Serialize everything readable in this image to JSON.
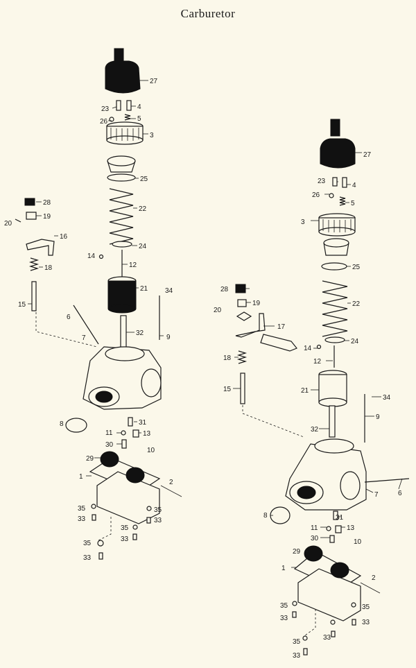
{
  "title": "Carburetor",
  "colors": {
    "paper": "#fbf8ea",
    "ink": "#1a1a1a"
  },
  "callouts": {
    "left": [
      {
        "id": "27",
        "text": "27"
      },
      {
        "id": "23",
        "text": "23"
      },
      {
        "id": "4",
        "text": "4"
      },
      {
        "id": "26",
        "text": "26"
      },
      {
        "id": "5",
        "text": "5"
      },
      {
        "id": "3",
        "text": "3"
      },
      {
        "id": "25",
        "text": "25"
      },
      {
        "id": "28",
        "text": "28"
      },
      {
        "id": "19",
        "text": "19"
      },
      {
        "id": "20",
        "text": "20"
      },
      {
        "id": "16",
        "text": "16"
      },
      {
        "id": "22",
        "text": "22"
      },
      {
        "id": "24",
        "text": "24"
      },
      {
        "id": "14",
        "text": "14"
      },
      {
        "id": "18",
        "text": "18"
      },
      {
        "id": "12",
        "text": "12"
      },
      {
        "id": "21",
        "text": "21"
      },
      {
        "id": "34",
        "text": "34"
      },
      {
        "id": "15",
        "text": "15"
      },
      {
        "id": "6",
        "text": "6"
      },
      {
        "id": "32",
        "text": "32"
      },
      {
        "id": "9",
        "text": "9"
      },
      {
        "id": "7",
        "text": "7"
      },
      {
        "id": "8",
        "text": "8"
      },
      {
        "id": "31",
        "text": "31"
      },
      {
        "id": "11",
        "text": "11"
      },
      {
        "id": "13",
        "text": "13"
      },
      {
        "id": "30",
        "text": "30"
      },
      {
        "id": "10",
        "text": "10"
      },
      {
        "id": "29",
        "text": "29"
      },
      {
        "id": "1",
        "text": "1"
      },
      {
        "id": "2",
        "text": "2"
      },
      {
        "id": "35a",
        "text": "35"
      },
      {
        "id": "35b",
        "text": "35"
      },
      {
        "id": "33a",
        "text": "33"
      },
      {
        "id": "33b",
        "text": "33"
      },
      {
        "id": "35c",
        "text": "35"
      },
      {
        "id": "33c",
        "text": "33"
      },
      {
        "id": "35d",
        "text": "35"
      },
      {
        "id": "33d",
        "text": "33"
      }
    ],
    "right": [
      {
        "id": "27",
        "text": "27"
      },
      {
        "id": "23",
        "text": "23"
      },
      {
        "id": "4",
        "text": "4"
      },
      {
        "id": "26",
        "text": "26"
      },
      {
        "id": "5",
        "text": "5"
      },
      {
        "id": "3",
        "text": "3"
      },
      {
        "id": "25",
        "text": "25"
      },
      {
        "id": "28",
        "text": "28"
      },
      {
        "id": "19",
        "text": "19"
      },
      {
        "id": "20",
        "text": "20"
      },
      {
        "id": "17",
        "text": "17"
      },
      {
        "id": "22",
        "text": "22"
      },
      {
        "id": "24",
        "text": "24"
      },
      {
        "id": "14",
        "text": "14"
      },
      {
        "id": "18",
        "text": "18"
      },
      {
        "id": "12",
        "text": "12"
      },
      {
        "id": "21",
        "text": "21"
      },
      {
        "id": "15",
        "text": "15"
      },
      {
        "id": "34",
        "text": "34"
      },
      {
        "id": "9",
        "text": "9"
      },
      {
        "id": "32",
        "text": "32"
      },
      {
        "id": "7",
        "text": "7"
      },
      {
        "id": "6",
        "text": "6"
      },
      {
        "id": "8",
        "text": "8"
      },
      {
        "id": "31",
        "text": "31"
      },
      {
        "id": "11",
        "text": "11"
      },
      {
        "id": "13",
        "text": "13"
      },
      {
        "id": "30",
        "text": "30"
      },
      {
        "id": "10",
        "text": "10"
      },
      {
        "id": "29",
        "text": "29"
      },
      {
        "id": "1",
        "text": "1"
      },
      {
        "id": "2",
        "text": "2"
      },
      {
        "id": "35a",
        "text": "35"
      },
      {
        "id": "35b",
        "text": "35"
      },
      {
        "id": "33a",
        "text": "33"
      },
      {
        "id": "33b",
        "text": "33"
      },
      {
        "id": "35c",
        "text": "35"
      },
      {
        "id": "33c",
        "text": "33"
      },
      {
        "id": "33d",
        "text": "33"
      }
    ]
  }
}
